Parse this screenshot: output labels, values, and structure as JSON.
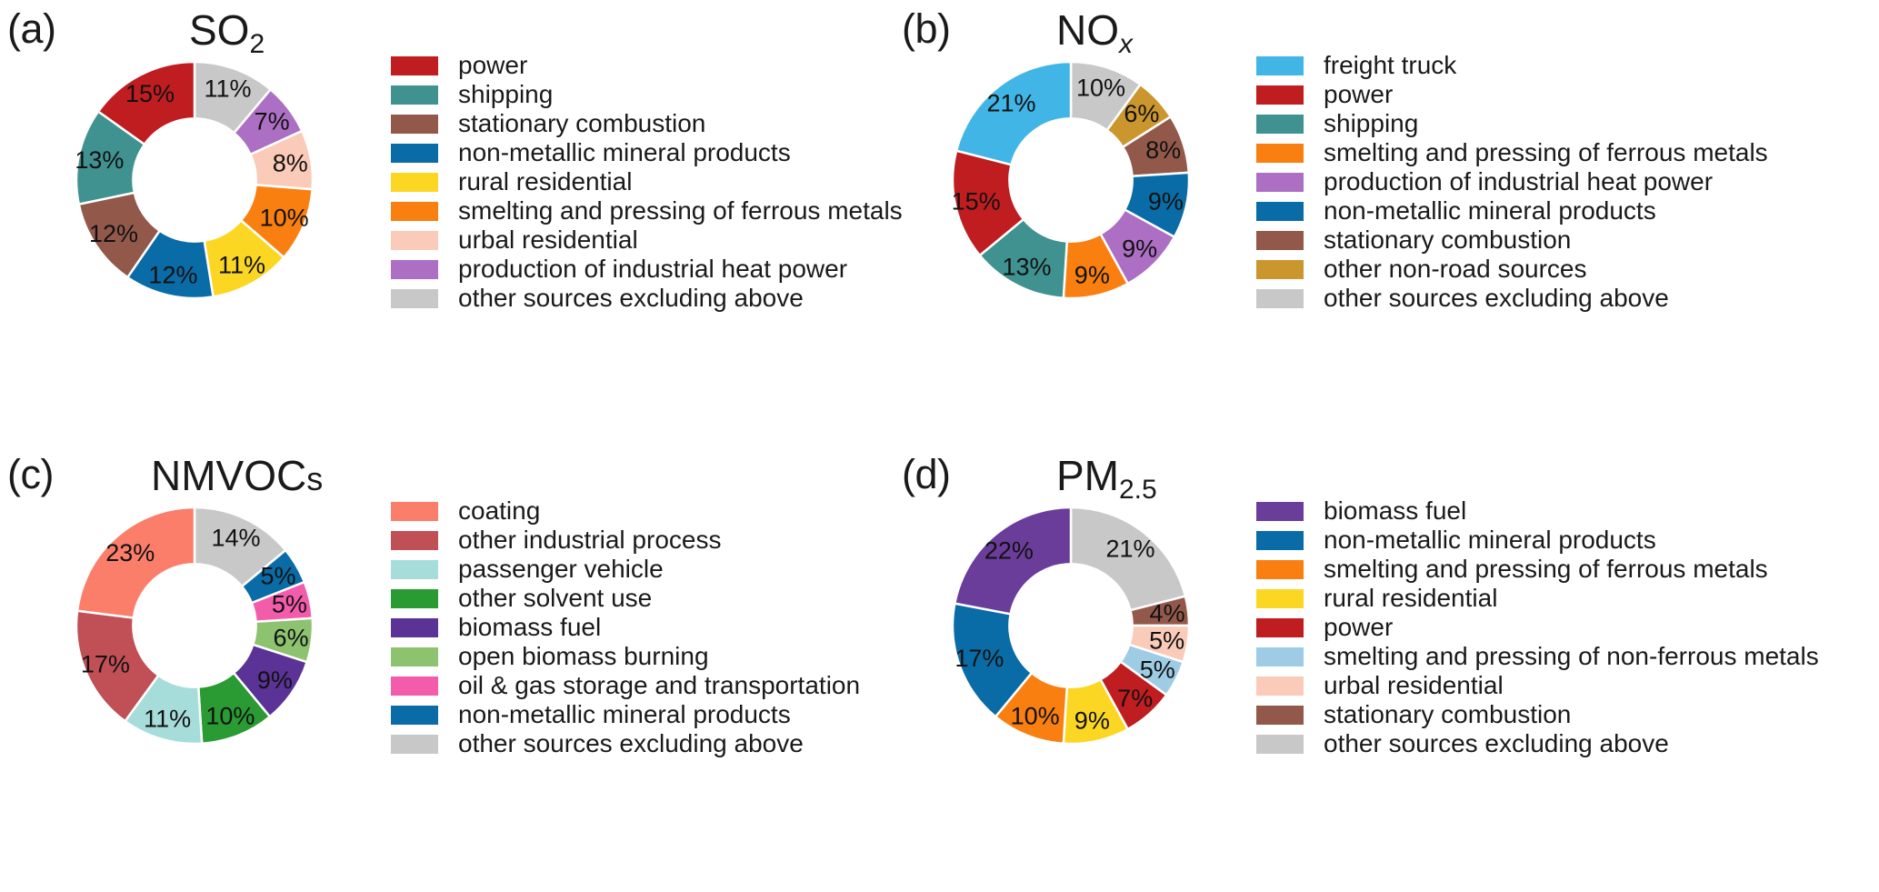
{
  "figure": {
    "background": "#ffffff",
    "panels": [
      "a",
      "b",
      "c",
      "d"
    ]
  },
  "panels": {
    "a": {
      "tag": "(a)",
      "title_main": "SO",
      "title_sub": "2",
      "title_full": "SO2"
    },
    "b": {
      "tag": "(b)",
      "title_main": "NO",
      "title_sub": "x",
      "title_full": "NOx"
    },
    "c": {
      "tag": "(c)",
      "title_main": "NMVOC",
      "title_sub": "s",
      "title_full": "NMVOCs"
    },
    "d": {
      "tag": "(d)",
      "title_main": "PM",
      "title_sub": "2.5",
      "title_full": "PM2.5"
    }
  },
  "chart_data": [
    {
      "type": "pie",
      "variant": "donut",
      "panel": "a",
      "title": "SO2",
      "start_angle_deg": 0,
      "direction": "clockwise",
      "hole_ratio": 0.52,
      "legend_position": "right",
      "categories": [
        "other sources excluding above",
        "production of industrial heat power",
        "urbal residential",
        "smelting and pressing of ferrous metals",
        "rural residential",
        "non-metallic mineral products",
        "stationary combustion",
        "shipping",
        "power"
      ],
      "values": [
        11,
        7,
        8,
        10,
        11,
        12,
        12,
        13,
        15
      ],
      "value_labels": [
        "11%",
        "7%",
        "8%",
        "10%",
        "11%",
        "12%",
        "12%",
        "13%",
        "15%"
      ],
      "colors": [
        "#c8c8c8",
        "#ac6fc4",
        "#f9cbb8",
        "#f97f10",
        "#fbd724",
        "#0a6ca6",
        "#92594b",
        "#3f9290",
        "#bf1d20"
      ],
      "legend_entries": [
        {
          "label": "power",
          "color": "#bf1d20"
        },
        {
          "label": "shipping",
          "color": "#3f9290"
        },
        {
          "label": "stationary combustion",
          "color": "#92594b"
        },
        {
          "label": "non-metallic mineral products",
          "color": "#0a6ca6"
        },
        {
          "label": "rural residential",
          "color": "#fbd724"
        },
        {
          "label": "smelting and pressing of ferrous metals",
          "color": "#f97f10"
        },
        {
          "label": "urbal residential",
          "color": "#f9cbb8"
        },
        {
          "label": "production of industrial heat power",
          "color": "#ac6fc4"
        },
        {
          "label": "other sources excluding above",
          "color": "#c8c8c8"
        }
      ]
    },
    {
      "type": "pie",
      "variant": "donut",
      "panel": "b",
      "title": "NOx",
      "start_angle_deg": 0,
      "direction": "clockwise",
      "hole_ratio": 0.52,
      "legend_position": "right",
      "categories": [
        "other sources excluding above",
        "other non-road sources",
        "stationary combustion",
        "non-metallic mineral products",
        "production of industrial heat power",
        "smelting and pressing of ferrous metals",
        "shipping",
        "power",
        "freight truck"
      ],
      "values": [
        10,
        6,
        8,
        9,
        9,
        9,
        13,
        15,
        21
      ],
      "value_labels": [
        "10%",
        "6%",
        "8%",
        "9%",
        "9%",
        "9%",
        "13%",
        "15%",
        "21%"
      ],
      "colors": [
        "#c8c8c8",
        "#cc962f",
        "#92594b",
        "#0a6ca6",
        "#ac6fc4",
        "#f97f10",
        "#3f9290",
        "#bf1d20",
        "#41b6e6"
      ],
      "legend_entries": [
        {
          "label": "freight truck",
          "color": "#41b6e6"
        },
        {
          "label": "power",
          "color": "#bf1d20"
        },
        {
          "label": "shipping",
          "color": "#3f9290"
        },
        {
          "label": "smelting and pressing of ferrous metals",
          "color": "#f97f10"
        },
        {
          "label": "production of industrial heat power",
          "color": "#ac6fc4"
        },
        {
          "label": "non-metallic mineral products",
          "color": "#0a6ca6"
        },
        {
          "label": "stationary combustion",
          "color": "#92594b"
        },
        {
          "label": "other non-road sources",
          "color": "#cc962f"
        },
        {
          "label": "other sources excluding above",
          "color": "#c8c8c8"
        }
      ]
    },
    {
      "type": "pie",
      "variant": "donut",
      "panel": "c",
      "title": "NMVOCs",
      "start_angle_deg": 0,
      "direction": "clockwise",
      "hole_ratio": 0.52,
      "legend_position": "right",
      "categories": [
        "other sources excluding above",
        "non-metallic mineral products",
        "oil & gas storage and transportation",
        "open biomass burning",
        "biomass fuel",
        "other solvent use",
        "passenger vehicle",
        "other industrial process",
        "coating"
      ],
      "values": [
        14,
        5,
        5,
        6,
        9,
        10,
        11,
        17,
        23
      ],
      "value_labels": [
        "14%",
        "5%",
        "5%",
        "6%",
        "9%",
        "10%",
        "11%",
        "17%",
        "23%"
      ],
      "colors": [
        "#c8c8c8",
        "#0a6ca6",
        "#f25cab",
        "#8dc26f",
        "#5b3296",
        "#2a9b32",
        "#a6dcd9",
        "#c04f56",
        "#fb7e6b"
      ],
      "legend_entries": [
        {
          "label": "coating",
          "color": "#fb7e6b"
        },
        {
          "label": "other industrial process",
          "color": "#c04f56"
        },
        {
          "label": "passenger vehicle",
          "color": "#a6dcd9"
        },
        {
          "label": "other solvent use",
          "color": "#2a9b32"
        },
        {
          "label": "biomass fuel",
          "color": "#5b3296"
        },
        {
          "label": "open biomass burning",
          "color": "#8dc26f"
        },
        {
          "label": "oil & gas storage and transportation",
          "color": "#f25cab"
        },
        {
          "label": "non-metallic mineral products",
          "color": "#0a6ca6"
        },
        {
          "label": "other sources excluding above",
          "color": "#c8c8c8"
        }
      ]
    },
    {
      "type": "pie",
      "variant": "donut",
      "panel": "d",
      "title": "PM2.5",
      "start_angle_deg": 0,
      "direction": "clockwise",
      "hole_ratio": 0.52,
      "legend_position": "right",
      "categories": [
        "other sources excluding above",
        "stationary combustion",
        "urbal residential",
        "smelting and pressing of non-ferrous metals",
        "power",
        "rural residential",
        "smelting and pressing of ferrous metals",
        "non-metallic mineral products",
        "biomass fuel"
      ],
      "values": [
        21,
        4,
        5,
        5,
        7,
        9,
        10,
        17,
        22
      ],
      "value_labels": [
        "21%",
        "4%",
        "5%",
        "5%",
        "7%",
        "9%",
        "10%",
        "17%",
        "22%"
      ],
      "colors": [
        "#c8c8c8",
        "#92594b",
        "#f9cbb8",
        "#9dcce4",
        "#bf1d20",
        "#fbd724",
        "#f97f10",
        "#0a6ca6",
        "#6a3d9a"
      ],
      "legend_entries": [
        {
          "label": "biomass fuel",
          "color": "#6a3d9a"
        },
        {
          "label": "non-metallic mineral products",
          "color": "#0a6ca6"
        },
        {
          "label": "smelting and pressing of ferrous metals",
          "color": "#f97f10"
        },
        {
          "label": "rural residential",
          "color": "#fbd724"
        },
        {
          "label": "power",
          "color": "#bf1d20"
        },
        {
          "label": "smelting and pressing of non-ferrous metals",
          "color": "#9dcce4"
        },
        {
          "label": "urbal residential",
          "color": "#f9cbb8"
        },
        {
          "label": "stationary combustion",
          "color": "#92594b"
        },
        {
          "label": "other sources excluding above",
          "color": "#c8c8c8"
        }
      ]
    }
  ]
}
